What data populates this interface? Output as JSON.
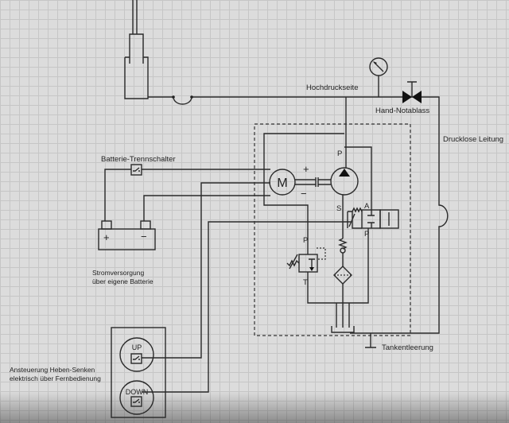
{
  "labels": {
    "high_pressure": "Hochdruckseite",
    "manual_release": "Hand-Notablass",
    "unpressurized_line": "Drucklose Leitung",
    "battery_switch": "Batterie-Trennschalter",
    "power_supply_1": "Stromversorgung",
    "power_supply_2": "über eigene Batterie",
    "tank_drain": "Tankentleerung",
    "control_1": "Ansteuerung Heben-Senken",
    "control_2": "elektrisch über Fernbedienung"
  },
  "components": {
    "motor": "M",
    "motor_plus": "+",
    "motor_minus": "−",
    "battery_plus": "+",
    "battery_minus": "−",
    "pump_port_p": "P",
    "pump_port_s": "S",
    "valve_port_a": "A",
    "valve_port_p": "P",
    "relief_port_p": "P",
    "relief_port_t": "T",
    "button_up": "UP",
    "button_down": "DOWN"
  }
}
